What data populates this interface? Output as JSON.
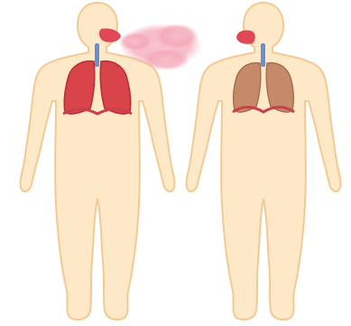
{
  "figures": [
    {
      "id": "left",
      "state": "exhaling",
      "lung_color": "#d9434a",
      "lung_spot_color": "#b82e35",
      "pleura_color": "#c7404a",
      "breath_cloud": true
    },
    {
      "id": "right",
      "state": "at-rest",
      "lung_color": "#c48a6a",
      "lung_spot_color": "#a86e52",
      "pleura_color": "#c7404a",
      "breath_cloud": false
    }
  ],
  "colors": {
    "body_fill": "#fde8c8",
    "body_stroke": "#f3c994",
    "trachea": "#6a8fd0",
    "oral_cavity": "#e04858",
    "breath_cloud": "#f3a3b4"
  }
}
